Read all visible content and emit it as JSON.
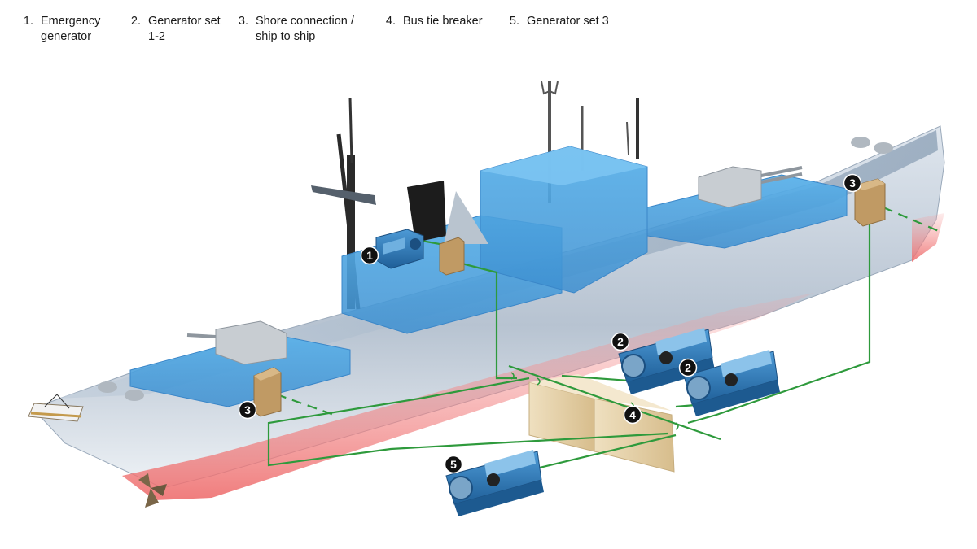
{
  "legend": [
    {
      "num": "1.",
      "text": "Emergency\ngenerator"
    },
    {
      "num": "2.",
      "text": "Generator set\n1-2"
    },
    {
      "num": "3.",
      "text": "Shore connection /\nship to ship"
    },
    {
      "num": "4.",
      "text": "Bus tie breaker"
    },
    {
      "num": "5.",
      "text": "Generator set 3"
    }
  ],
  "badges": {
    "emergency_generator": "1",
    "generator_set_1": "2",
    "generator_set_2": "2",
    "shore_connection_aft": "3",
    "shore_connection_fwd": "3",
    "bus_tie_breaker": "4",
    "generator_set_3": "5"
  },
  "colors": {
    "hull": "#c9d3df",
    "superstructure": "#4aa3df",
    "cable": "#2e9a3c",
    "switchboard": "#e6d2aa",
    "shore_box": "#b8905a",
    "engine": "#2f7fc1",
    "badge": "#111111",
    "waterline": "#f08080"
  }
}
